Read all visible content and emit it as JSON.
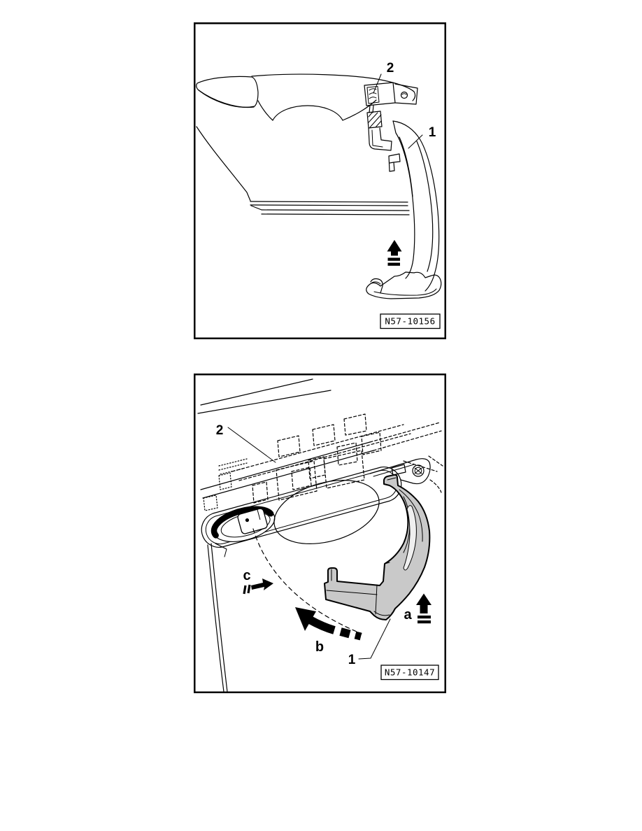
{
  "figures": [
    {
      "caption": "N57-10156",
      "labels": {
        "part1": "1",
        "part2": "2"
      }
    },
    {
      "caption": "N57-10147",
      "labels": {
        "part1": "1",
        "part2": "2",
        "dir_a": "a",
        "dir_b": "b",
        "dir_c": "c"
      }
    }
  ],
  "colors": {
    "line": "#000000",
    "handle_fill": "#c9c9c9",
    "background": "#ffffff"
  }
}
